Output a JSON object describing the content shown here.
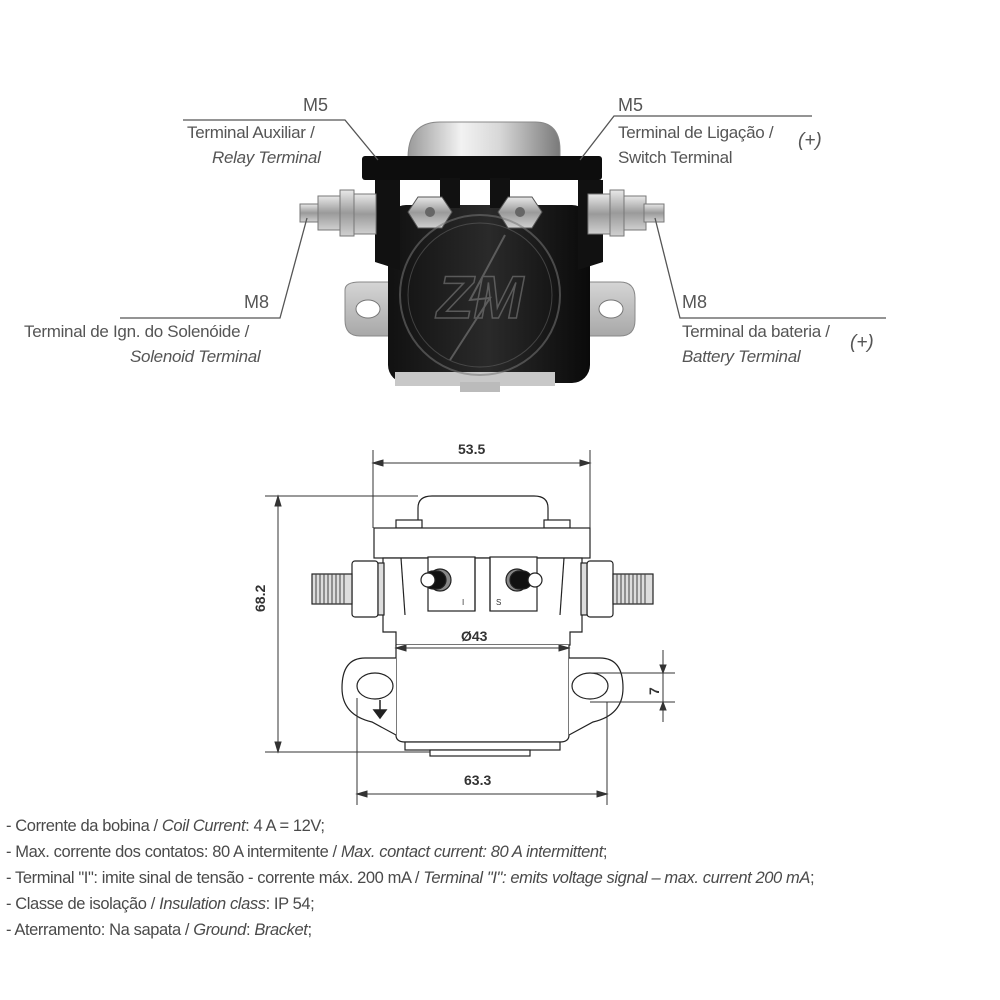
{
  "photo_labels": {
    "top_left": {
      "size": "M5",
      "line1": "Terminal Auxiliar /",
      "line2": "Relay Terminal"
    },
    "top_right": {
      "size": "M5",
      "line1": "Terminal de Ligação /",
      "line2": "Switch Terminal",
      "polarity": "(+)"
    },
    "bottom_left": {
      "size": "M8",
      "line1": "Terminal de Ign. do Solenóide /",
      "line2": "Solenoid Terminal"
    },
    "bottom_right": {
      "size": "M8",
      "line1": "Terminal da bateria /",
      "line2": "Battery Terminal",
      "polarity": "(+)"
    }
  },
  "logo": {
    "text": "ZM"
  },
  "drawing": {
    "dimensions": {
      "top_width": "53.5",
      "height": "68.2",
      "body_diameter": "Ø43",
      "slot_height": "7",
      "base_width": "63.3"
    },
    "terminal_marks": {
      "left": "I",
      "right": "S"
    }
  },
  "specs": [
    {
      "pt": "- Corrente da bobina / ",
      "en": "Coil Current",
      "rest": ": 4 A = 12V;"
    },
    {
      "pt": "- Max. corrente dos contatos: 80 A intermitente / ",
      "en": "Max. contact current: 80 A intermittent",
      "rest": ";"
    },
    {
      "pt": "- Terminal \"I\": imite sinal de tensão - corrente máx. 200 mA / ",
      "en": "Terminal \"I\": emits voltage signal – max. current 200 mA",
      "rest": ";"
    },
    {
      "pt": "- Classe de isolação / ",
      "en": "Insulation class",
      "rest": ": IP 54;"
    },
    {
      "pt": "- Aterramento: Na sapata / ",
      "en": "Ground",
      "rest": ": ",
      "en2": "Bracket",
      "rest2": ";"
    }
  ]
}
